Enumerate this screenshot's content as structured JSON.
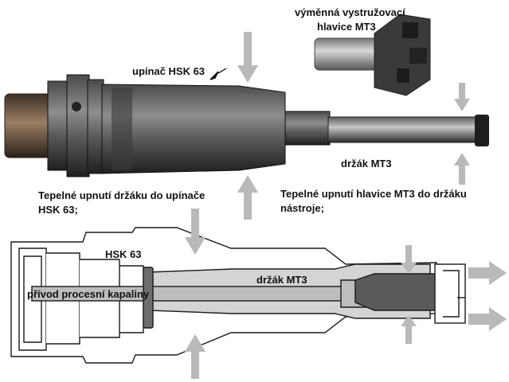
{
  "labels": {
    "head_title_l1": "výměnná vystružovací",
    "head_title_l2": "hlavice MT3",
    "holder_top": "upínač HSK 63",
    "holder_mt3": "držák MT3",
    "left_note_l1": "Tepelné upnutí držáku do upínače",
    "left_note_l2": "HSK 63;",
    "right_note_l1": "Tepelné upnutí hlavice MT3 do držáku",
    "right_note_l2": "nástroje;",
    "diagram_hsk": "HSK 63",
    "diagram_mt3": "držák MT3",
    "diagram_coolant": "přívod procesní kapaliny"
  },
  "colors": {
    "arrow": "#b9b9b9",
    "outline": "#1a1a1a",
    "body_fill": "#ffffff",
    "channel_fill": "#bdbdbd",
    "head_fill": "#5a5a5a",
    "metal_dark": "#2b2b2b",
    "metal_mid": "#6b6b6b",
    "metal_light": "#9d9d9d"
  }
}
